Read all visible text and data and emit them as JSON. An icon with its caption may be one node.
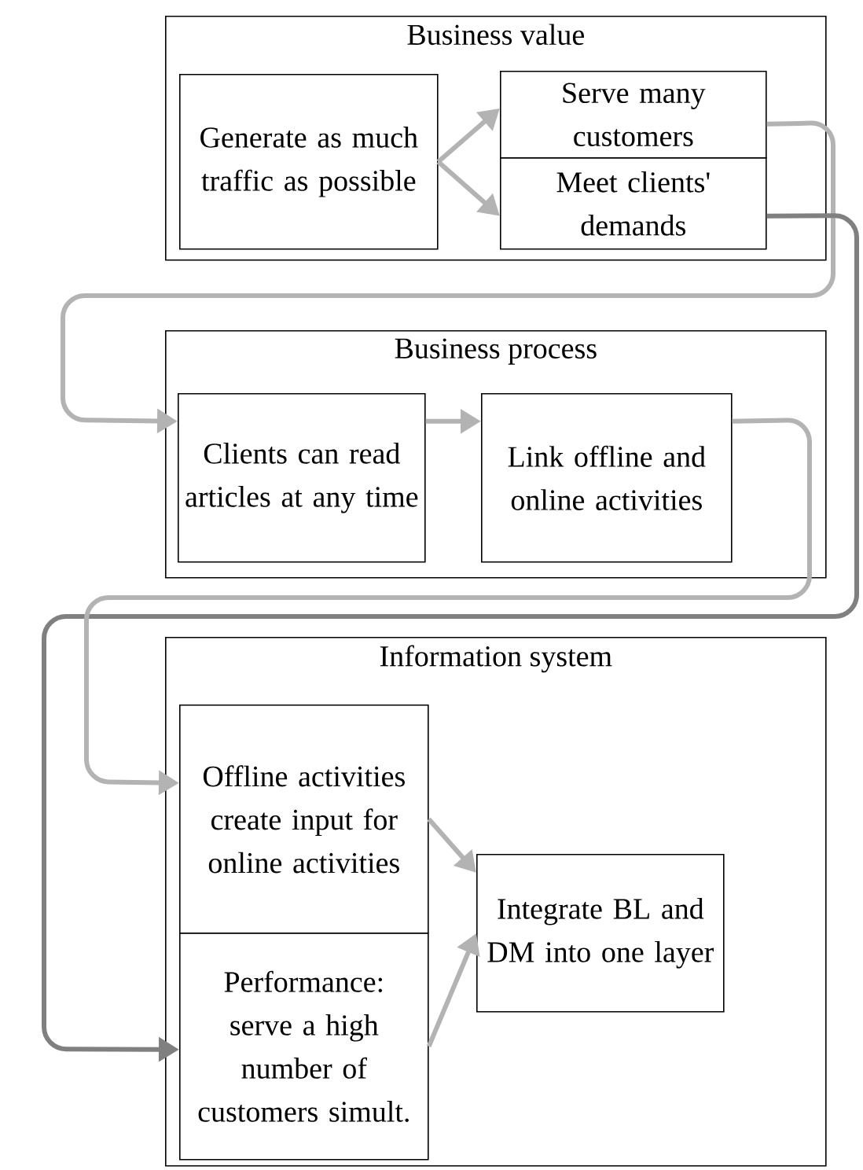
{
  "diagram": {
    "nodes": [
      {
        "text": [
          "Business value"
        ]
      },
      {
        "text": [
          "Generate as much traffic as possible"
        ],
        "in": 0
      },
      {
        "text": [
          "Serve many customers"
        ],
        "in": 0
      },
      {
        "text": [
          "Meet clients' demands"
        ],
        "in": 0
      },
      {
        "text": [
          "Business process"
        ]
      },
      {
        "text": [
          "Clients can read articles at any time"
        ],
        "in": 4
      },
      {
        "text": [
          "Link offline and online activities"
        ],
        "in": 4
      },
      {
        "text": [
          "Information system"
        ]
      },
      {
        "text": [
          "Offline activities create input for online activities"
        ],
        "in": 7
      },
      {
        "text": [
          "Performance: serve a high number of customers simult."
        ],
        "in": 7
      },
      {
        "text": [
          "Integrate BL and DM into one layer"
        ],
        "in": 7
      }
    ],
    "edges": [
      {
        "from": 1,
        "to": 2,
        "arrow": "to"
      },
      {
        "from": 1,
        "to": 3,
        "arrow": "to"
      },
      {
        "from": 2,
        "to": 5,
        "arrow": "to"
      },
      {
        "from": 3,
        "to": 9,
        "arrow": "to",
        "color": "#808080"
      },
      {
        "from": 5,
        "to": 6,
        "arrow": "to"
      },
      {
        "from": 6,
        "to": 8,
        "arrow": "to"
      },
      {
        "from": 8,
        "to": 10,
        "arrow": "to"
      },
      {
        "from": 9,
        "to": 10,
        "arrow": "to"
      }
    ]
  }
}
